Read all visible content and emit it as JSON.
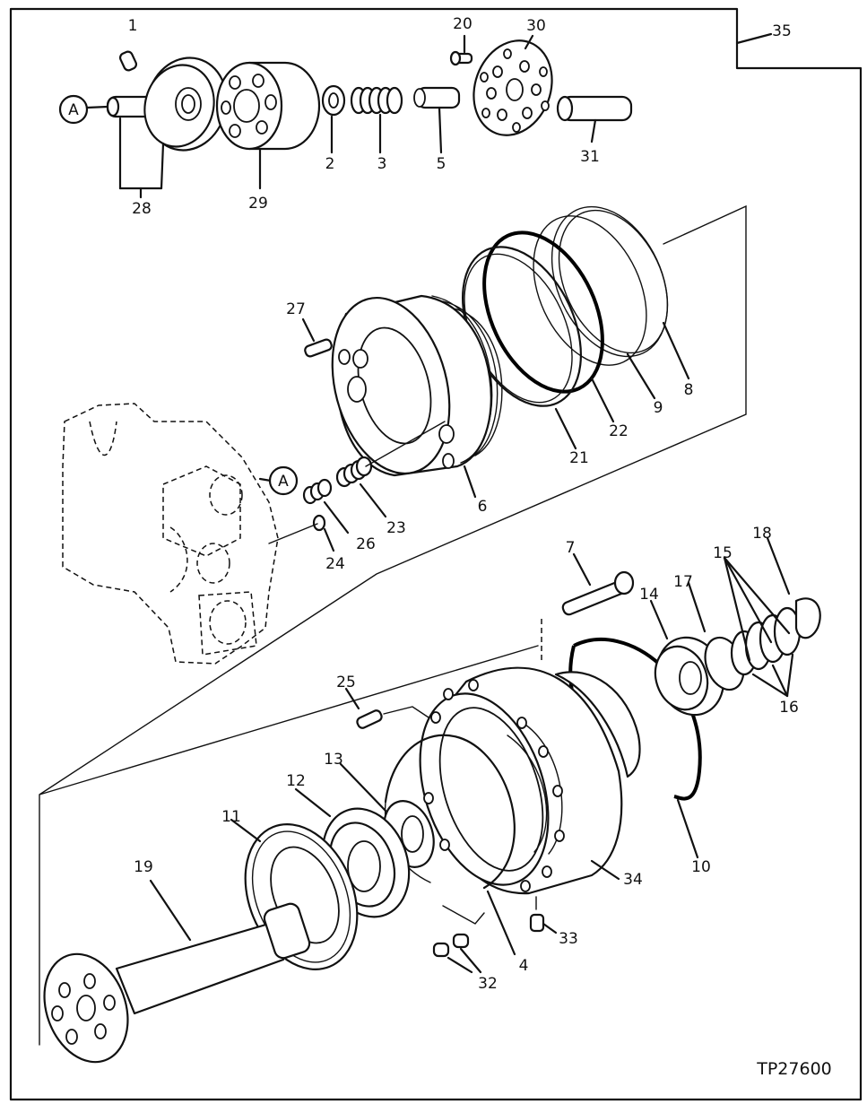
{
  "drawing_code": "TP27600",
  "callout_circle": "A",
  "part_labels": [
    "1",
    "2",
    "3",
    "4",
    "5",
    "6",
    "7",
    "8",
    "9",
    "10",
    "11",
    "12",
    "13",
    "14",
    "15",
    "16",
    "17",
    "18",
    "19",
    "20",
    "21",
    "22",
    "23",
    "24",
    "25",
    "26",
    "27",
    "28",
    "29",
    "30",
    "31",
    "32",
    "33",
    "34",
    "35"
  ]
}
